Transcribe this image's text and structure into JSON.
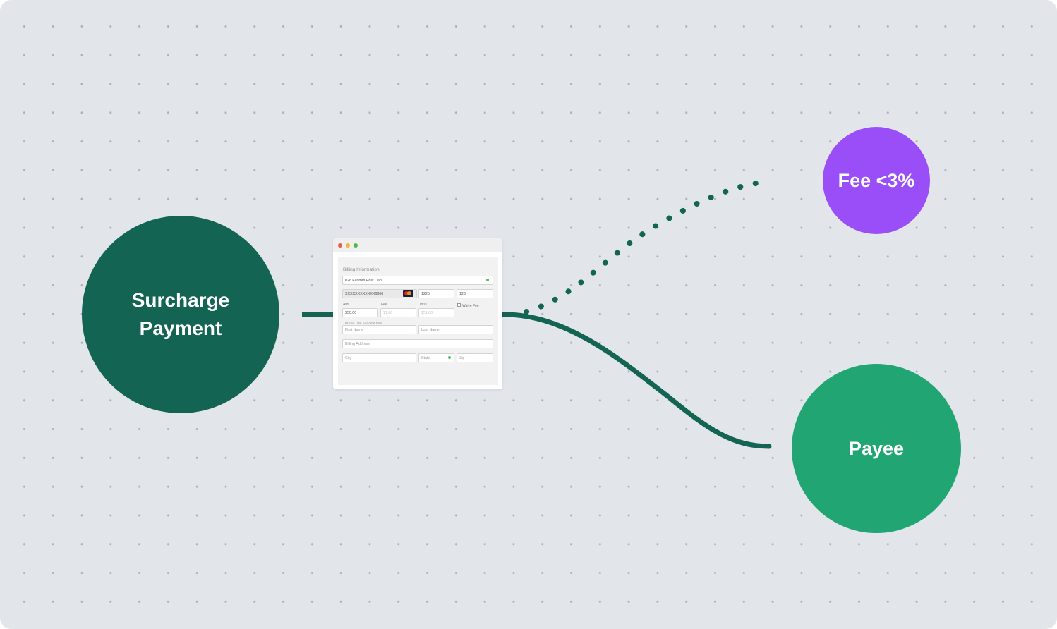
{
  "nodes": {
    "source": {
      "line1": "Surcharge",
      "line2": "Payment",
      "color": "#136452"
    },
    "fee": {
      "label": "Fee <3%",
      "color": "#9a4ef8"
    },
    "payee": {
      "label": "Payee",
      "color": "#21a572"
    }
  },
  "connectors": {
    "solid_color": "#136452",
    "dotted_color": "#136452"
  },
  "form": {
    "title": "Billing Information",
    "account_value": "026 Ecomm Host Cap",
    "card_number": "XXXXXXXXXXXX6666",
    "card_icon": "mastercard-icon",
    "expiry": "1225",
    "cvv": "123",
    "amt_label": "Amt",
    "amt_value": "$50.00",
    "fee_label": "Fee",
    "fee_value": "$1.00",
    "total_label": "Total",
    "total_value": "$51.00",
    "waive_fee_label": "Waive Fee",
    "note": "THIS IS THE ECOMM FEE",
    "first_name": "First Name",
    "last_name": "Last Name",
    "billing_address": "Billing Address",
    "city": "City",
    "state": "State",
    "zip": "Zip"
  }
}
